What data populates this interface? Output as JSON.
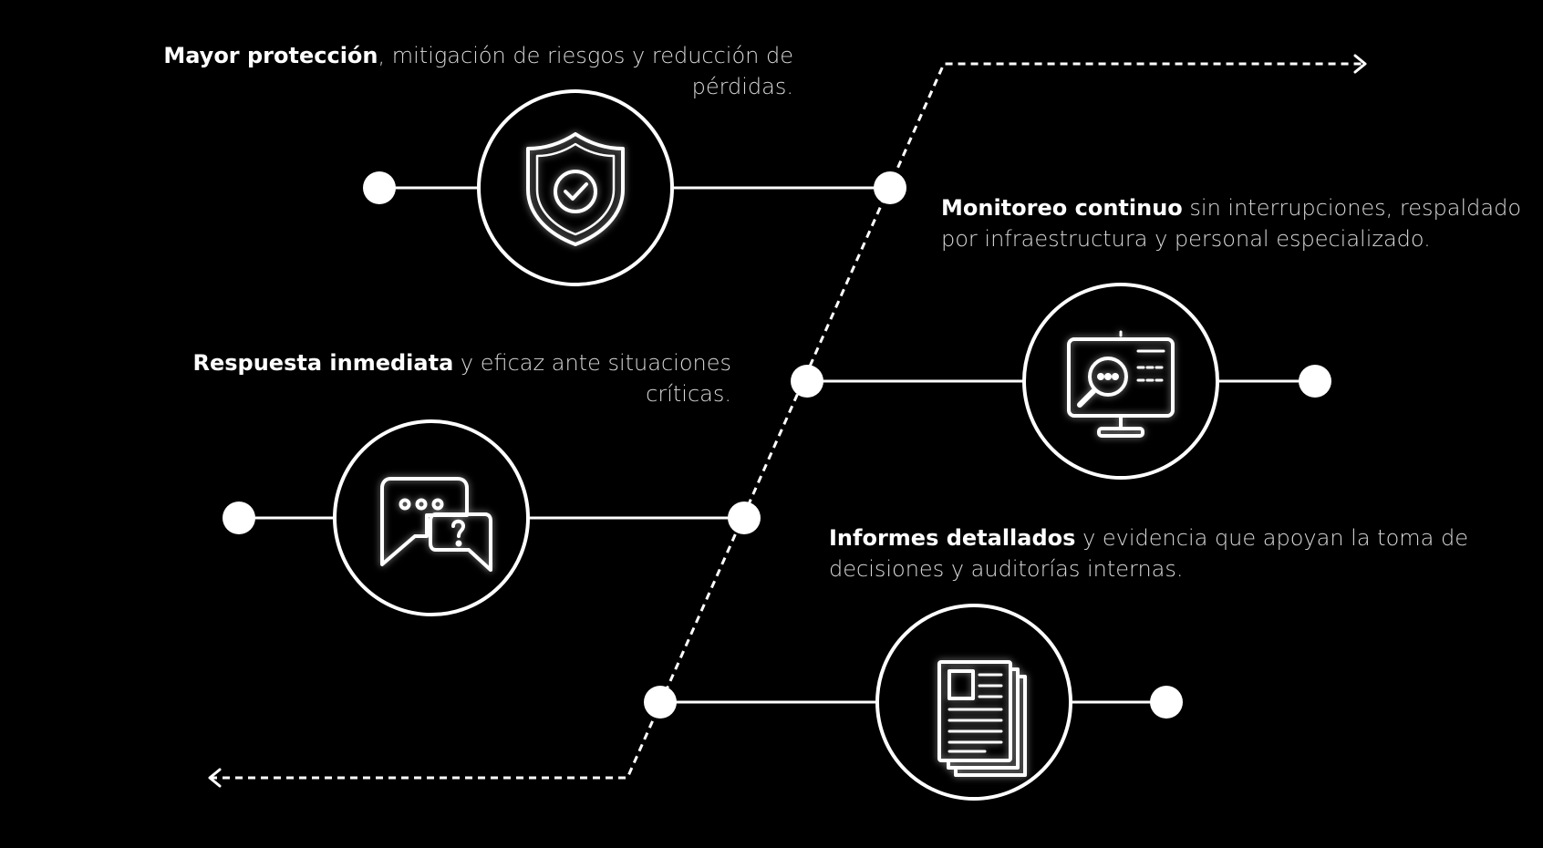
{
  "colors": {
    "background": "#000000",
    "line": "#ffffff",
    "text": "#d9d9d9",
    "emphasis": "#ffffff"
  },
  "items": [
    {
      "id": "proteccion",
      "icon": "shield-check-icon",
      "bold": "Mayor protección",
      "text": ", mitigación de riesgos y reducción de pérdidas."
    },
    {
      "id": "monitoreo",
      "icon": "monitor-search-icon",
      "bold": "Monitoreo continuo",
      "text": " sin interrupciones, respaldado por infraestructura y personal especializado."
    },
    {
      "id": "respuesta",
      "icon": "chat-question-icon",
      "bold": "Respuesta inmediata",
      "text": " y eficaz ante situaciones críticas."
    },
    {
      "id": "informes",
      "icon": "documents-report-icon",
      "bold": "Informes detallados",
      "text": " y evidencia que apoyan la toma de decisiones y auditorías internas."
    }
  ]
}
